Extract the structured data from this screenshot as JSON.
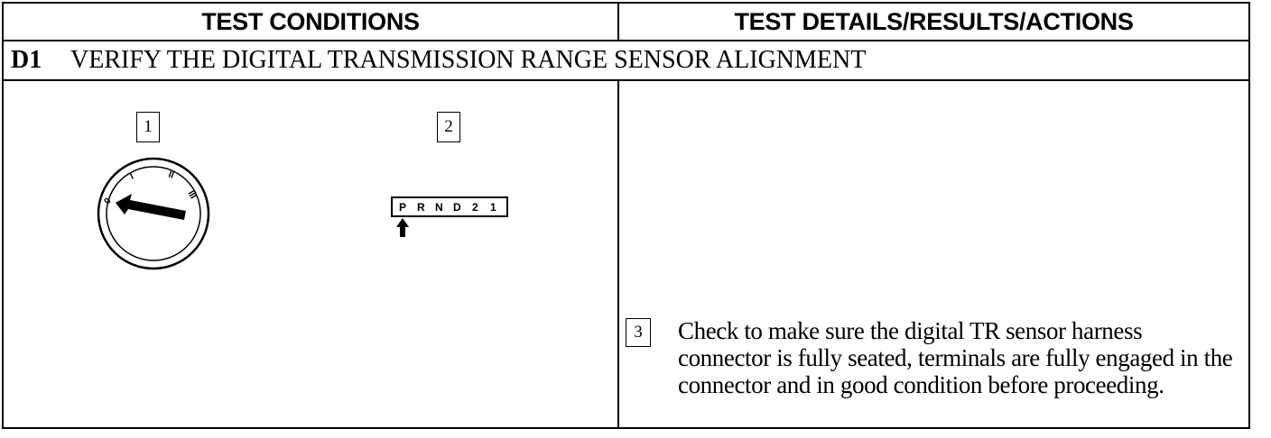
{
  "header": {
    "left_title": "TEST CONDITIONS",
    "right_title": "TEST DETAILS/RESULTS/ACTIONS"
  },
  "step": {
    "id": "D1",
    "title": "VERIFY THE DIGITAL TRANSMISSION RANGE SENSOR ALIGNMENT"
  },
  "figures": {
    "fig1_number": "1",
    "fig2_number": "2",
    "dial_marks": [
      "0",
      "I",
      "II",
      "III"
    ],
    "selector_positions": [
      "P",
      "R",
      "N",
      "D",
      "2",
      "1"
    ]
  },
  "details": {
    "item_number": "3",
    "instruction": "Check to make sure the digital TR sensor harness connector is fully seated, terminals are fully engaged in the connector and in good condition before proceeding."
  }
}
